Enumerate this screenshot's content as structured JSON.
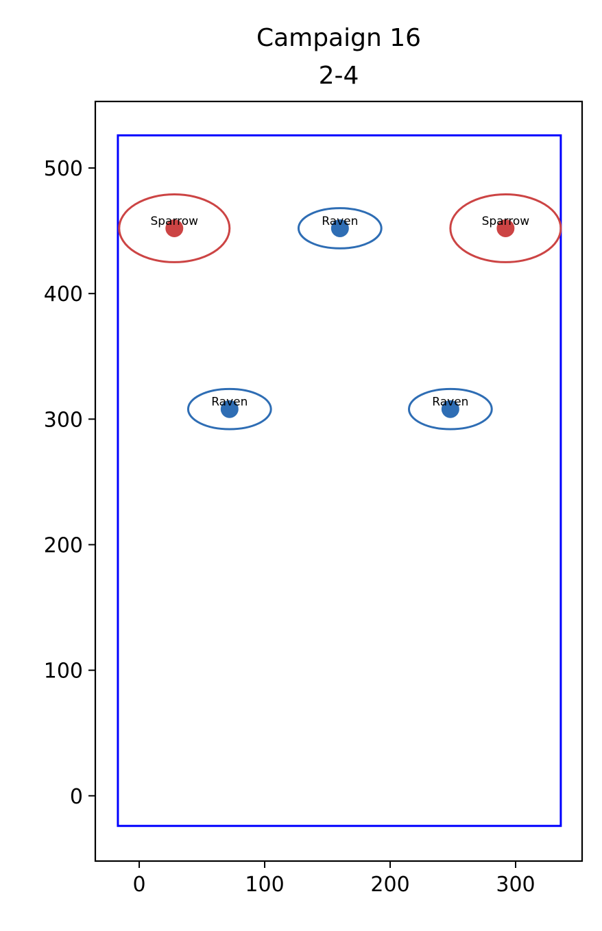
{
  "chart_data": {
    "type": "scatter",
    "title": [
      "Campaign 16",
      "2-4"
    ],
    "xlabel": "",
    "ylabel": "",
    "xlim": [
      -35,
      353
    ],
    "ylim": [
      -52,
      553
    ],
    "x_ticks": [
      0,
      100,
      200,
      300
    ],
    "y_ticks": [
      0,
      100,
      200,
      300,
      400,
      500
    ],
    "grid": false,
    "boundary": {
      "x0": -17,
      "y0": -24,
      "x1": 336,
      "y1": 526,
      "color": "#0000ff"
    },
    "points": [
      {
        "label": "Sparrow",
        "x": 28,
        "y": 452,
        "rx": 44,
        "ry": 27,
        "color": "#cc4444"
      },
      {
        "label": "Raven",
        "x": 160,
        "y": 452,
        "rx": 33,
        "ry": 16,
        "color": "#2e6db4"
      },
      {
        "label": "Sparrow",
        "x": 292,
        "y": 452,
        "rx": 44,
        "ry": 27,
        "color": "#cc4444"
      },
      {
        "label": "Raven",
        "x": 72,
        "y": 308,
        "rx": 33,
        "ry": 16,
        "color": "#2e6db4"
      },
      {
        "label": "Raven",
        "x": 248,
        "y": 308,
        "rx": 33,
        "ry": 16,
        "color": "#2e6db4"
      }
    ]
  }
}
